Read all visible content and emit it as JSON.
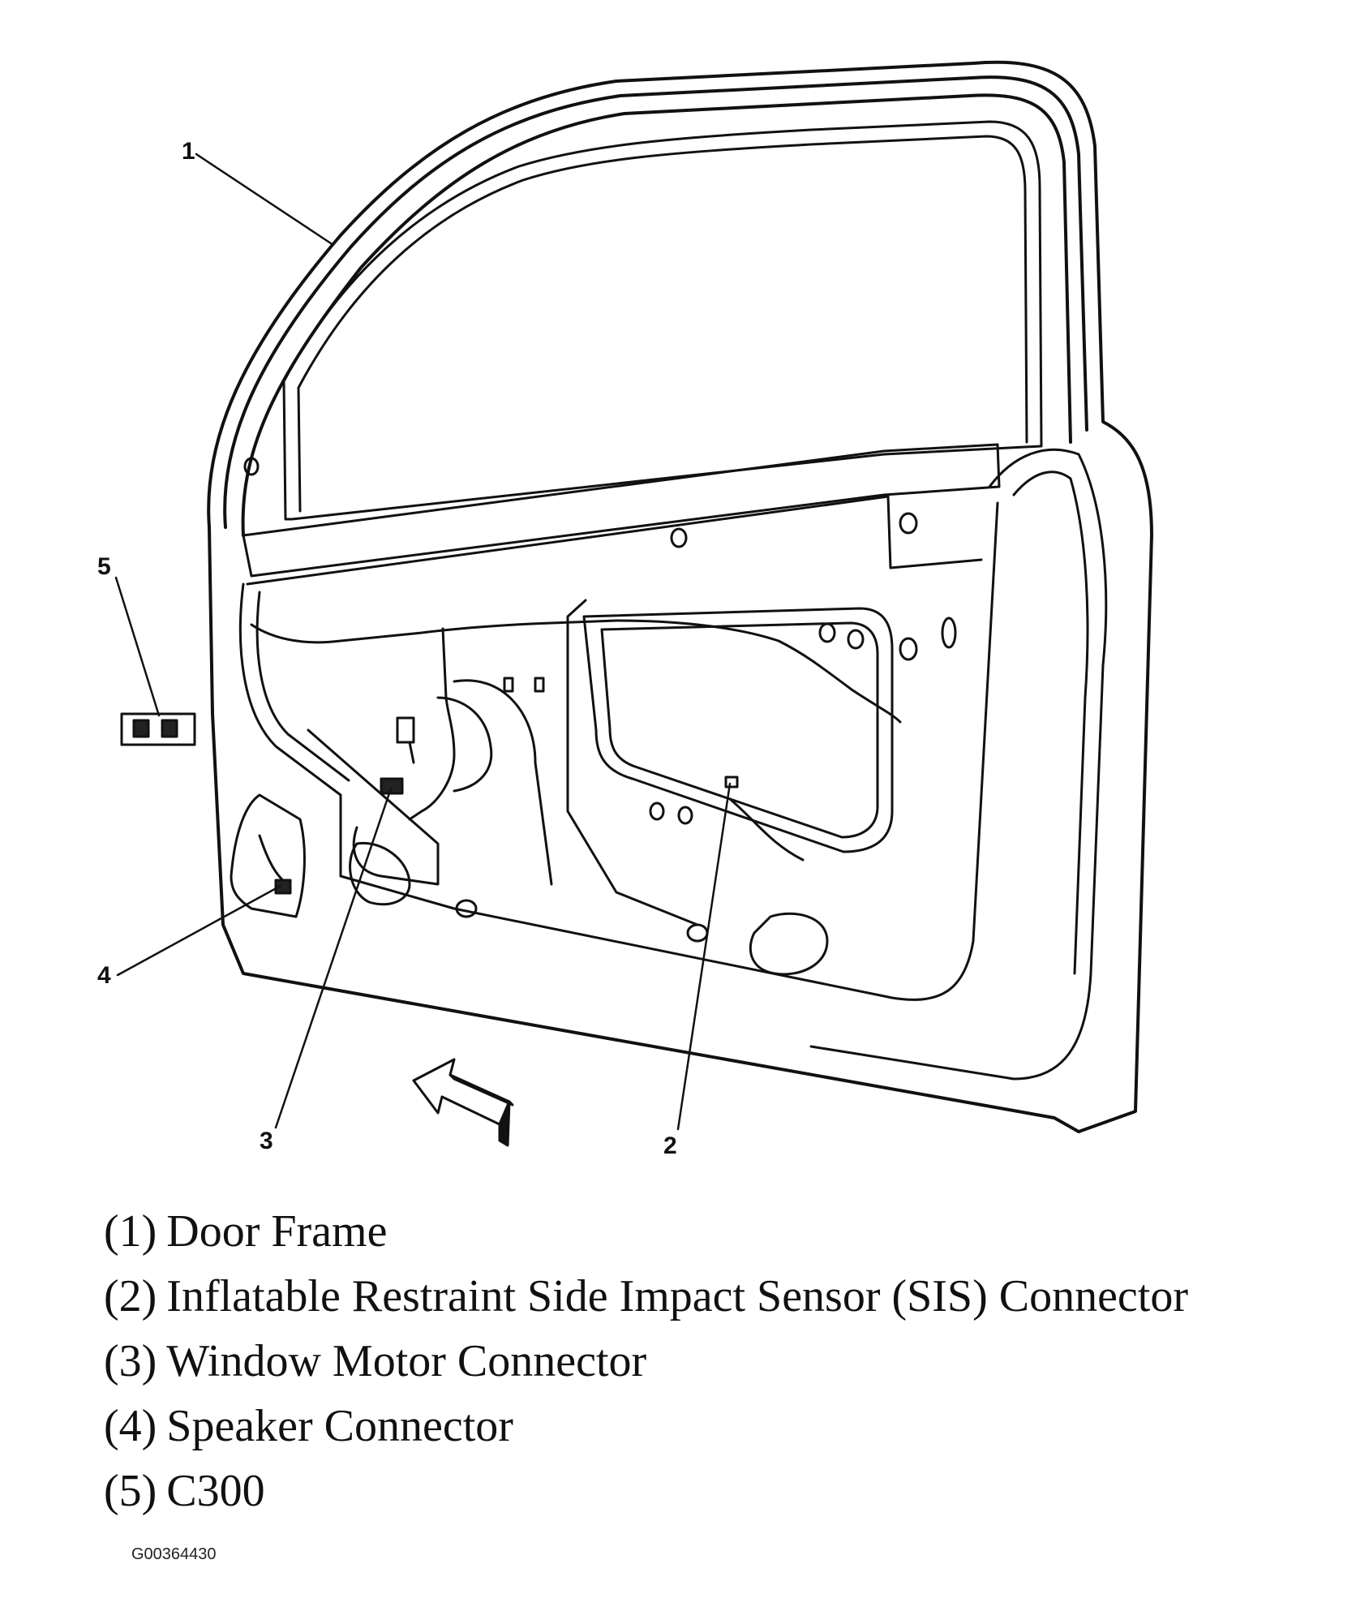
{
  "callouts": [
    {
      "id": "1",
      "label": "1"
    },
    {
      "id": "2",
      "label": "2"
    },
    {
      "id": "3",
      "label": "3"
    },
    {
      "id": "4",
      "label": "4"
    },
    {
      "id": "5",
      "label": "5"
    }
  ],
  "legend": [
    {
      "num": "(1)",
      "text": "Door Frame"
    },
    {
      "num": "(2)",
      "text": "Inflatable Restraint Side Impact Sensor (SIS) Connector"
    },
    {
      "num": "(3)",
      "text": "Window Motor Connector"
    },
    {
      "num": "(4)",
      "text": "Speaker Connector"
    },
    {
      "num": "(5)",
      "text": "C300"
    }
  ],
  "figure_id": "G00364430",
  "icons": {
    "view-arrow": "view-direction-arrow-icon"
  }
}
